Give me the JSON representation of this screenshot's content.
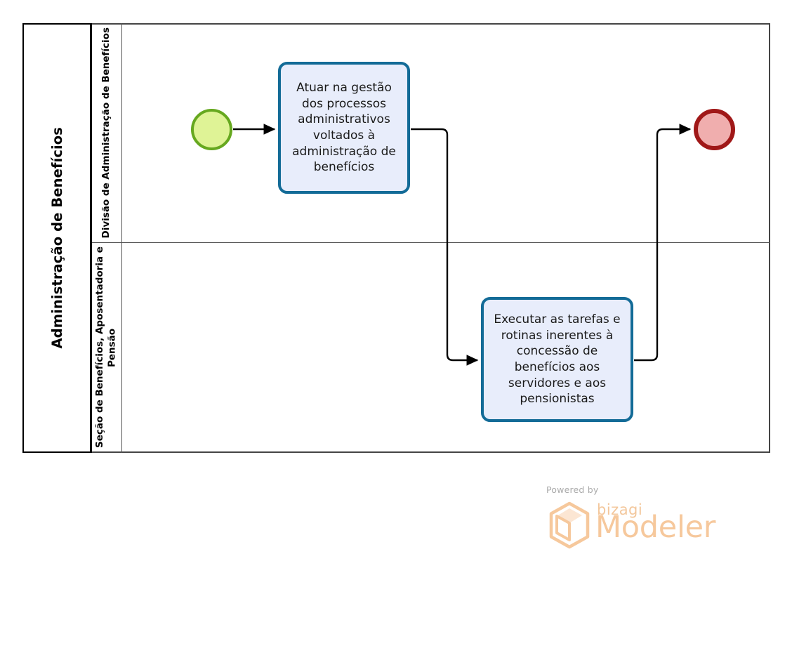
{
  "diagram": {
    "type": "bpmn-process",
    "pool": {
      "name": "Administração de Benefícios"
    },
    "lanes": [
      {
        "id": "lane-1",
        "name": "Divisão de Administração de Benefícios"
      },
      {
        "id": "lane-2",
        "name": "Seção de Benefícios, Aposentadoria e Pensão"
      }
    ],
    "events": [
      {
        "id": "start-event",
        "kind": "start",
        "label": "",
        "fill": "#DFF396",
        "stroke": "#66A81F"
      },
      {
        "id": "end-event",
        "kind": "end",
        "label": "",
        "fill": "#F0AEAE",
        "stroke": "#A01818"
      }
    ],
    "tasks": [
      {
        "id": "task-1",
        "lane": "lane-1",
        "label": "Atuar na gestão dos processos administrativos voltados à administração de benefícios",
        "fill": "#E8EDFB",
        "stroke": "#136B97"
      },
      {
        "id": "task-2",
        "lane": "lane-2",
        "label": "Executar as tarefas e rotinas inerentes à concessão de benefícios aos servidores e aos pensionistas",
        "fill": "#E8EDFB",
        "stroke": "#136B97"
      }
    ],
    "flows": [
      {
        "id": "flow-start-to-task-1",
        "from": "start-event",
        "to": "task-1",
        "label": ""
      },
      {
        "id": "flow-task-1-to-task-2",
        "from": "task-1",
        "to": "task-2",
        "label": ""
      },
      {
        "id": "flow-task-2-to-end",
        "from": "task-2",
        "to": "end-event",
        "label": ""
      }
    ]
  },
  "watermark": {
    "powered_by": "Powered by",
    "brand": "bizagi",
    "product": "Modeler",
    "color": "#F6C89C"
  }
}
